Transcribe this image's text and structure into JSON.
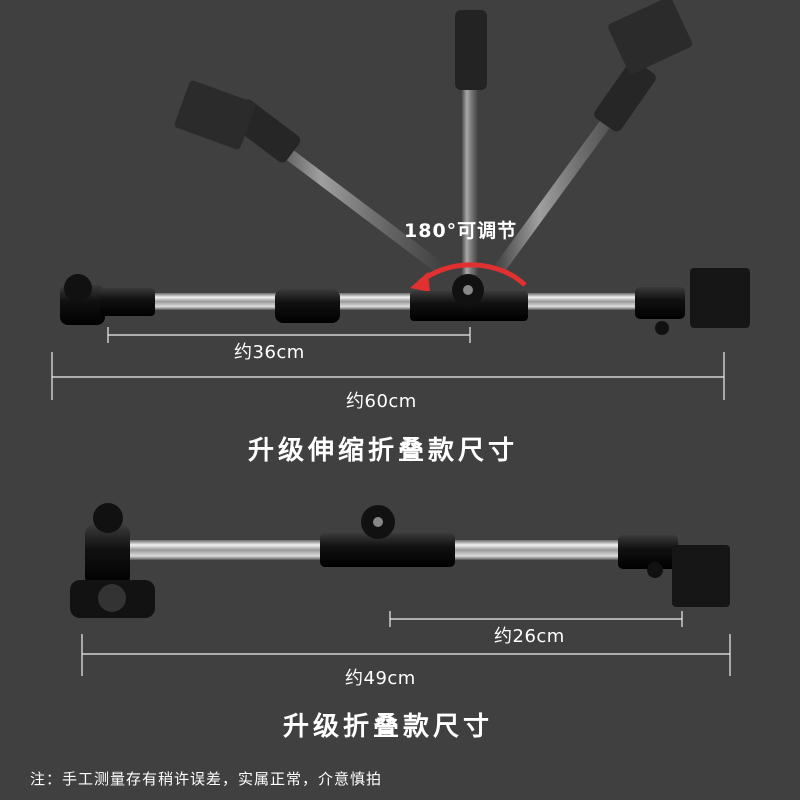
{
  "angle_label": "180°可调节",
  "folding_telescopic": {
    "title": "升级伸缩折叠款尺寸",
    "dim_short": "约36cm",
    "dim_long": "约60cm"
  },
  "folding": {
    "title": "升级折叠款尺寸",
    "dim_short": "约26cm",
    "dim_long": "约49cm"
  },
  "note": "注：手工测量存有稍许误差，实属正常，介意慎拍",
  "colors": {
    "background": "#404040",
    "arrow": "#e03030",
    "text": "#ffffff",
    "metal": "#c8c8c8",
    "plastic": "#1a1a1a"
  }
}
